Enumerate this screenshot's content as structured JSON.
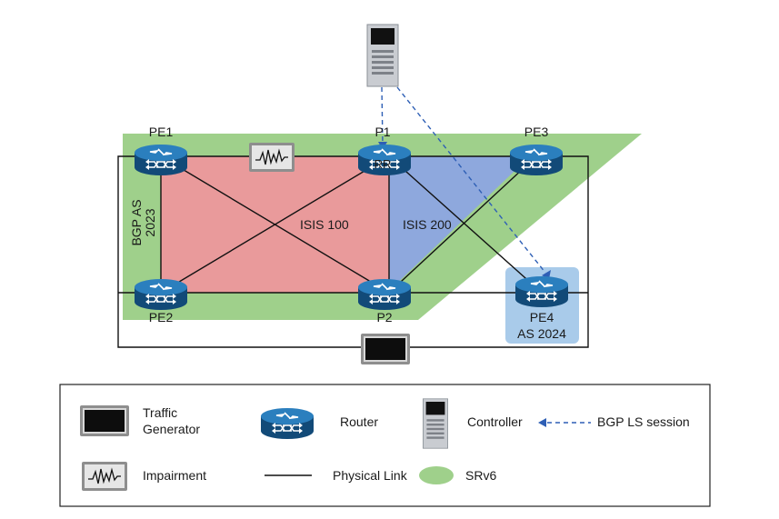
{
  "colors": {
    "srv6": "#9fd08b",
    "isis100": "#e99a9b",
    "isis200": "#8ea8dd",
    "pe4_box": "#a9cbea",
    "router": "#1f6fa8",
    "router_dark": "#124a78",
    "session": "#2e5fb5"
  },
  "nodes": {
    "pe1": "PE1",
    "p1": "P1",
    "pe3": "PE3",
    "pe2": "PE2",
    "p2": "P2",
    "pe4": "PE4",
    "rr": "RR"
  },
  "domains": {
    "isis100": "ISIS 100",
    "isis200": "ISIS 200",
    "bgp_as_line1": "BGP AS",
    "bgp_as_line2": "2023",
    "pe4_as": "AS 2024"
  },
  "legend": {
    "traffic_generator_line1": "Traffic",
    "traffic_generator_line2": "Generator",
    "router": "Router",
    "controller": "Controller",
    "bgp_ls_session": "BGP LS session",
    "impairment": "Impairment",
    "physical_link": "Physical Link",
    "srv6": "SRv6"
  },
  "icons": {
    "router": "router-icon",
    "controller": "server-tower-icon",
    "traffic_generator": "monitor-icon",
    "impairment": "waveform-monitor-icon"
  }
}
